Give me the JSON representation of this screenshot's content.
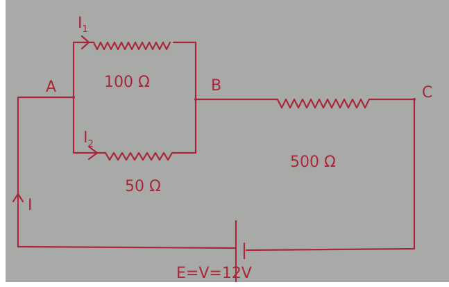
{
  "nodes": {
    "a": "A",
    "b": "B",
    "c": "C"
  },
  "currents": {
    "total": "I",
    "i1": "I",
    "i1_sub": "1",
    "i2": "I",
    "i2_sub": "2"
  },
  "resistors": {
    "r1": "100 Ω",
    "r2": "50 Ω",
    "r3": "500 Ω"
  },
  "source": {
    "label": "E=V=12V"
  },
  "ink_color": "#a8273a"
}
